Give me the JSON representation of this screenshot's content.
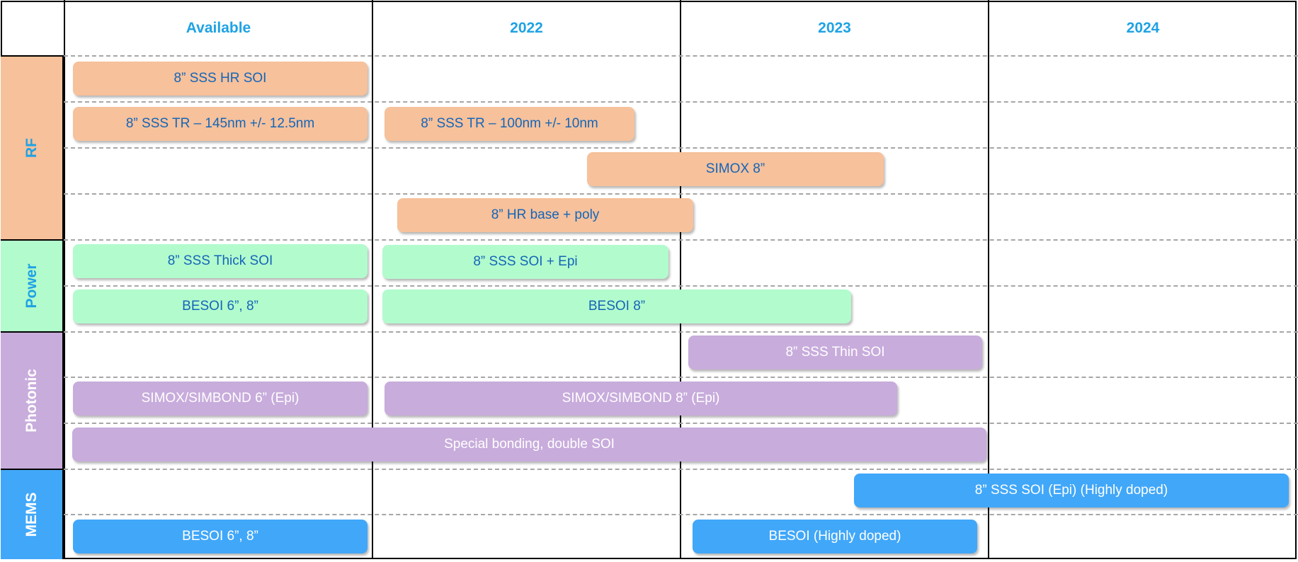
{
  "columns": [
    "Available",
    "2022",
    "2023",
    "2024"
  ],
  "categories": [
    {
      "name": "RF",
      "color": "#f6c19b",
      "text_color": "#1fa2e4"
    },
    {
      "name": "Power",
      "color": "#b2fbcd",
      "text_color": "#1fa2e4"
    },
    {
      "name": "Photonic",
      "color": "#c8acdc",
      "text_color": "#ffffff"
    },
    {
      "name": "MEMS",
      "color": "#41a7f9",
      "text_color": "#ffffff"
    }
  ],
  "bars": [
    {
      "category": "RF",
      "label": "8” SSS HR SOI"
    },
    {
      "category": "RF",
      "label": "8” SSS TR – 145nm +/- 12.5nm"
    },
    {
      "category": "RF",
      "label": "8” SSS TR – 100nm +/- 10nm"
    },
    {
      "category": "RF",
      "label": "SIMOX 8”"
    },
    {
      "category": "RF",
      "label": "8” HR base + poly"
    },
    {
      "category": "Power",
      "label": "8” SSS Thick SOI"
    },
    {
      "category": "Power",
      "label": "8” SSS SOI + Epi"
    },
    {
      "category": "Power",
      "label": "BESOI 6”, 8”"
    },
    {
      "category": "Power",
      "label": "BESOI 8”"
    },
    {
      "category": "Photonic",
      "label": "8” SSS Thin SOI"
    },
    {
      "category": "Photonic",
      "label": "SIMOX/SIMBOND 6” (Epi)"
    },
    {
      "category": "Photonic",
      "label": "SIMOX/SIMBOND 8” (Epi)"
    },
    {
      "category": "Photonic",
      "label": "Special bonding, double SOI"
    },
    {
      "category": "MEMS",
      "label": "8” SSS SOI (Epi) (Highly doped)"
    },
    {
      "category": "MEMS",
      "label": "BESOI 6”, 8”"
    },
    {
      "category": "MEMS",
      "label": "BESOI (Highly doped)"
    }
  ]
}
